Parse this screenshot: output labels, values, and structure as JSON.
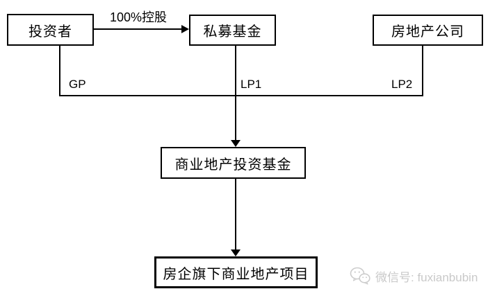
{
  "diagram": {
    "nodes": {
      "investor": {
        "label": "投资者"
      },
      "private_fund": {
        "label": "私募基金"
      },
      "real_estate_company": {
        "label": "房地产公司"
      },
      "commercial_fund": {
        "label": "商业地产投资基金"
      },
      "project": {
        "label": "房企旗下商业地产项目"
      }
    },
    "edges": {
      "holding": {
        "label": "100%控股"
      },
      "gp": {
        "label": "GP"
      },
      "lp1": {
        "label": "LP1"
      },
      "lp2": {
        "label": "LP2"
      }
    }
  },
  "watermark": {
    "icon": "wechat-icon",
    "text": "微信号: fuxianbubin",
    "color": "#c9c9c9"
  },
  "colors": {
    "line": "#000000",
    "background": "#ffffff",
    "text": "#000000"
  }
}
